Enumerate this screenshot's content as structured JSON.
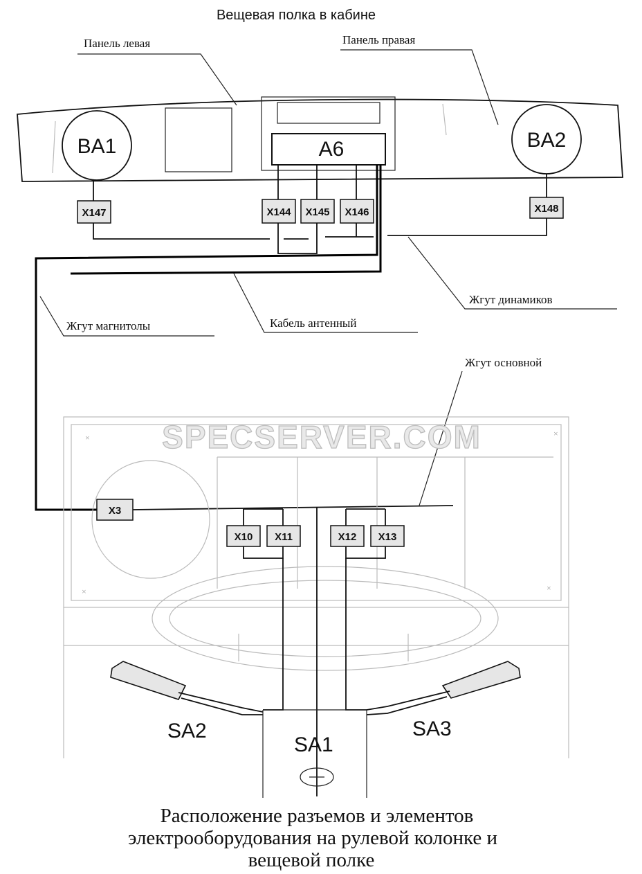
{
  "title": "Вещевая полка в кабине",
  "panel_left": "Панель левая",
  "panel_right": "Панель правая",
  "harness_speakers": "Жгут динамиков",
  "harness_radio": "Жгут магнитолы",
  "antenna_cable": "Кабель антенный",
  "harness_main": "Жгут основной",
  "speaker_left": "BA1",
  "speaker_right": "BA2",
  "radio_unit": "A6",
  "connectors": {
    "x147": "X147",
    "x144": "X144",
    "x145": "X145",
    "x146": "X146",
    "x148": "X148",
    "x3": "X3",
    "x10": "X10",
    "x11": "X11",
    "x12": "X12",
    "x13": "X13"
  },
  "switch_left": "SA2",
  "switch_center": "SA1",
  "switch_right": "SA3",
  "watermark": "SPECSERVER.COM",
  "caption": {
    "line1": "Расположение разъемов и элементов",
    "line2": "электрооборудования на рулевой колонке и",
    "line3": "вещевой полке"
  }
}
